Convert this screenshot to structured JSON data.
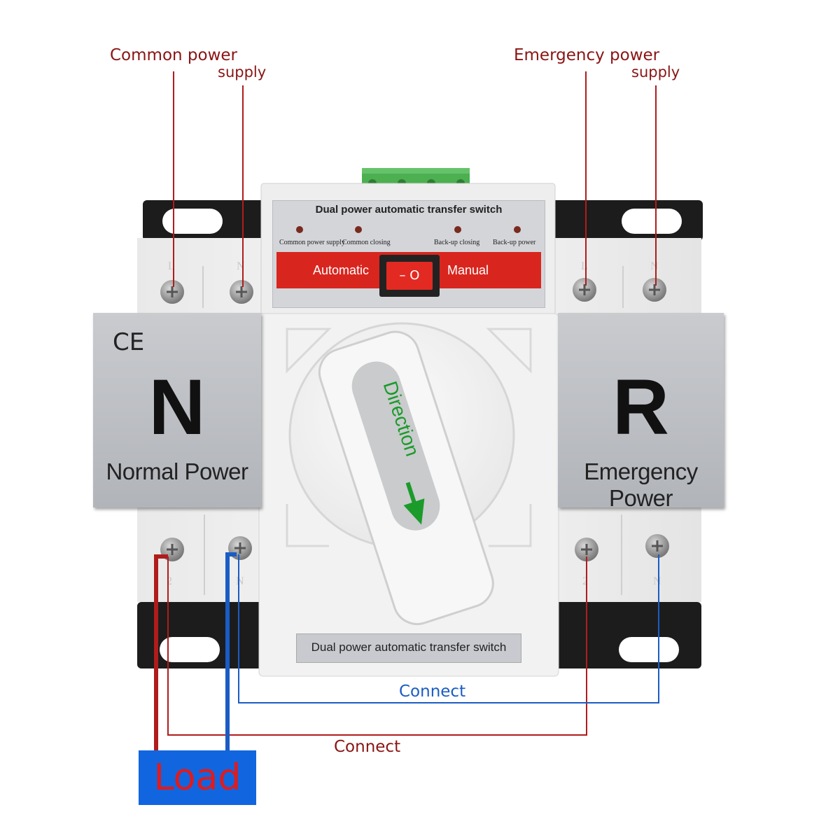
{
  "labels": {
    "common_power_line1": "Common power",
    "common_power_line2": "supply",
    "emergency_power_line1": "Emergency power",
    "emergency_power_line2": "supply",
    "connect_blue": "Connect",
    "connect_red": "Connect",
    "load": "Load"
  },
  "device": {
    "top_title": "Dual power automatic transfer switch",
    "indicators": [
      "Common power supply",
      "Common closing",
      "Back-up closing",
      "Back-up power"
    ],
    "mode_left": "Automatic",
    "mode_right": "Manual",
    "rocker_symbol": "– O",
    "handle_text": "Direction",
    "bottom_label": "Dual power automatic transfer switch",
    "terminal_marks": {
      "line": "L",
      "neutral": "N",
      "load": "2"
    }
  },
  "plates": {
    "normal": {
      "ce": "CE",
      "letter": "N",
      "caption": "Normal Power"
    },
    "emergency": {
      "letter": "R",
      "caption": "Emergency Power"
    }
  },
  "colors": {
    "label_red": "#8a1414",
    "wire_red": "#b01c1c",
    "wire_blue": "#1a5cc4",
    "load_bg": "#1166e0",
    "load_text": "#e21a1a",
    "panel_red": "#d8261f",
    "led": "#7a2a1e",
    "arrow_green": "#1a9b2a"
  }
}
